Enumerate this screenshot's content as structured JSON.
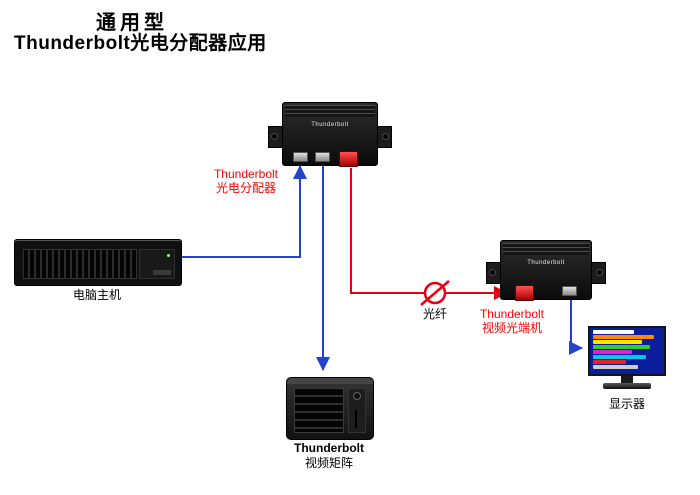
{
  "title": {
    "line1": "通用型",
    "line2": "Thunderbolt光电分配器应用"
  },
  "colors": {
    "wire_blue": "#2244cc",
    "wire_red": "#e60012",
    "label_red": "#ff0000"
  },
  "devices": {
    "splitter": {
      "brand": "Thunderbolt",
      "label_line1": "Thunderbolt",
      "label_line2": "光电分配器"
    },
    "computer": {
      "label": "电脑主机"
    },
    "receiver": {
      "brand": "Thunderbolt",
      "label_line1": "Thunderbolt",
      "label_line2": "视频光端机"
    },
    "matrix": {
      "label_line1": "Thunderbolt",
      "label_line2": "视频矩阵"
    },
    "monitor": {
      "label": "显示器"
    },
    "fiber": {
      "label": "光纤"
    }
  },
  "monitor_screen": {
    "bars": [
      {
        "color": "#ffffff",
        "width": "60%"
      },
      {
        "color": "#ff8a00",
        "width": "90%"
      },
      {
        "color": "#ffe400",
        "width": "72%"
      },
      {
        "color": "#2ecc2e",
        "width": "84%"
      },
      {
        "color": "#d428d4",
        "width": "58%"
      },
      {
        "color": "#00c8e8",
        "width": "78%"
      },
      {
        "color": "#e82222",
        "width": "48%"
      },
      {
        "color": "#cfcfcf",
        "width": "66%"
      }
    ]
  }
}
